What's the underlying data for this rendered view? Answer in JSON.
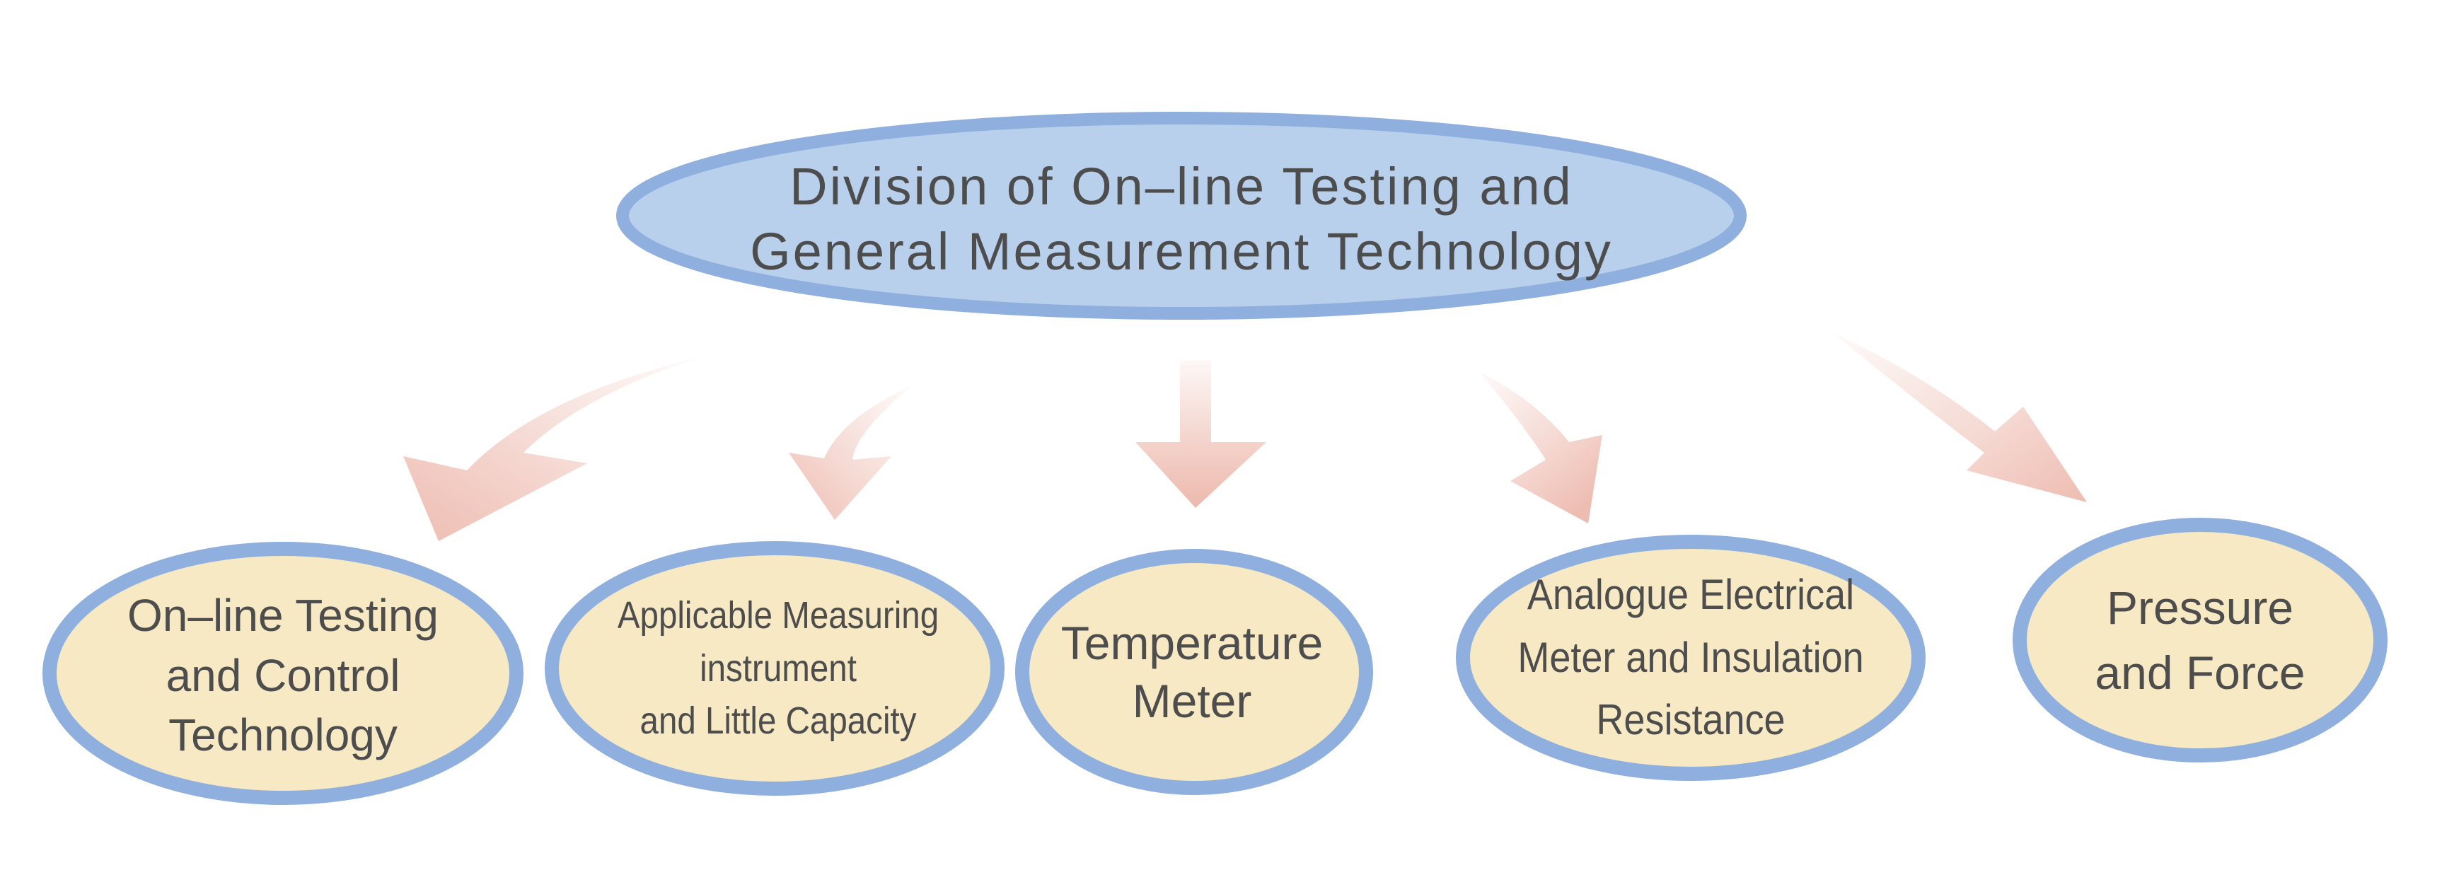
{
  "colors": {
    "root_fill": "#b8d0ec",
    "root_stroke": "#8fb0df",
    "child_fill": "#f6e9c4",
    "child_stroke": "#8fb0df",
    "arrow": "#ebb1a4",
    "text": "#4d4d4d"
  },
  "root": {
    "lines": [
      "Division of On–line Testing and",
      "General Measurement Technology"
    ]
  },
  "children": [
    {
      "lines": [
        "On–line Testing",
        "and Control",
        "Technology"
      ]
    },
    {
      "lines": [
        "Applicable Measuring",
        "instrument",
        "and Little Capacity"
      ]
    },
    {
      "lines": [
        "Temperature",
        "Meter"
      ]
    },
    {
      "lines": [
        "Analogue Electrical",
        "Meter and Insulation",
        "Resistance"
      ]
    },
    {
      "lines": [
        "Pressure",
        "and Force"
      ]
    }
  ]
}
